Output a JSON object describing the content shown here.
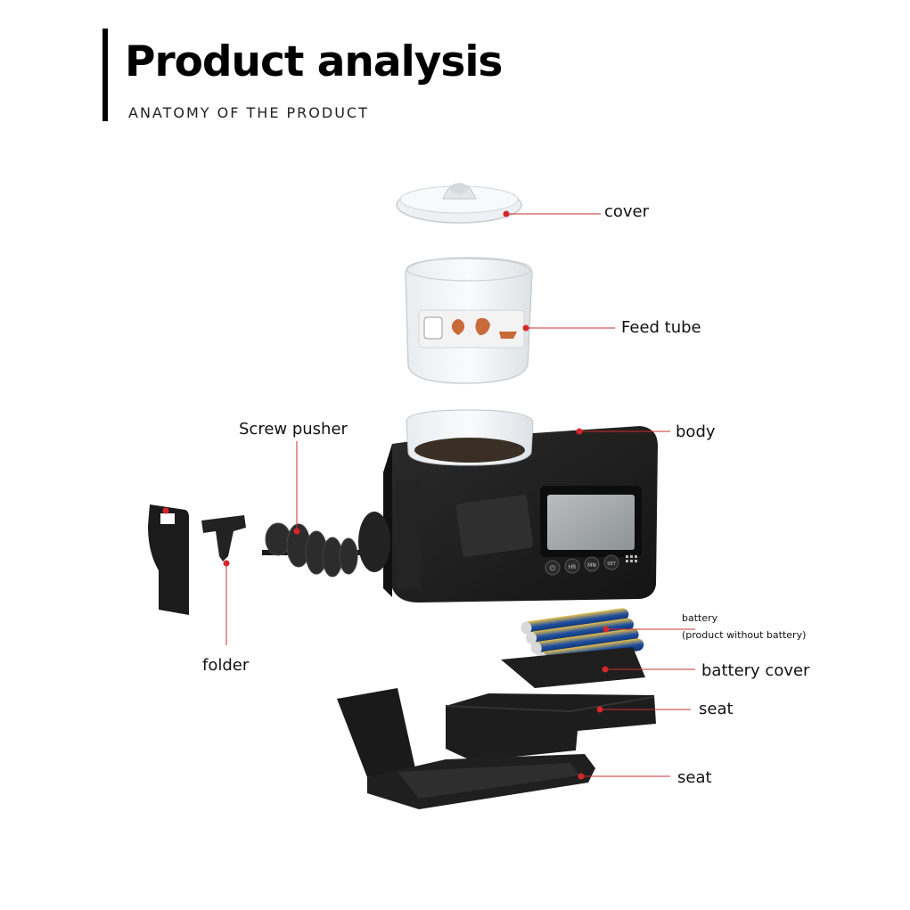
{
  "header": {
    "title": "Product analysis",
    "subtitle": "ANATOMY OF THE PRODUCT"
  },
  "parts": {
    "cover": "cover",
    "feed_tube": "Feed tube",
    "body": "body",
    "screw_pusher": "Screw pusher",
    "folder": "folder",
    "battery": "battery",
    "battery_note": "(product without battery)",
    "battery_cover": "battery cover",
    "seat_upper": "seat",
    "seat_lower": "seat"
  },
  "buttons": {
    "power": "⏻",
    "hr": "HR",
    "mn": "MN",
    "set": "SET"
  },
  "colors": {
    "accent_dot": "#d7262b",
    "leader_line": "#c9302c",
    "body": "#1c1c1c"
  }
}
